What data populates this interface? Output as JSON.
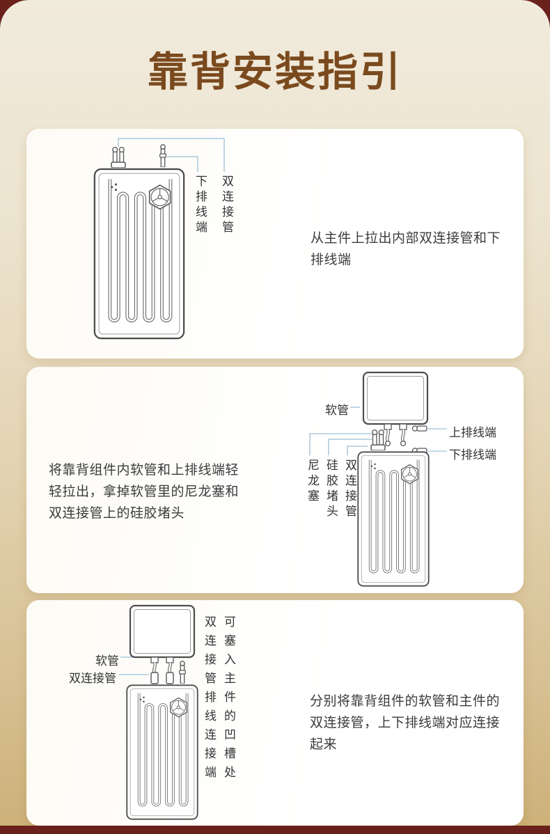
{
  "title": "靠背安装指引",
  "colors": {
    "frame_red": "#6a211c",
    "title_brown": "#7a4a1e",
    "callout_blue": "#9cc0d8",
    "background_top": "#f1ebdd",
    "background_bottom": "#cdb179"
  },
  "steps": [
    {
      "instruction": "从主件上拉出内部双连接管和下排线端",
      "labels": {
        "lower_terminal": "下排线端",
        "double_tube": "双连接管"
      }
    },
    {
      "instruction": "将靠背组件内软管和上排线端轻轻拉出，拿掉软管里的尼龙塞和双连接管上的硅胶堵头",
      "labels": {
        "hose": "软管",
        "upper_terminal": "上排线端",
        "lower_terminal": "下排线端",
        "nylon_plug": "尼龙塞",
        "silicone_plug": "硅胶堵头",
        "double_tube": "双连接管"
      }
    },
    {
      "instruction": "分别将靠背组件的软管和主件的双连接管，上下排线端对应连接起来",
      "labels": {
        "hose": "软管",
        "double_tube": "双连接管",
        "note_col1": "双连接管排线连接端",
        "note_col2": "可塞入主件的凹槽处"
      }
    }
  ]
}
